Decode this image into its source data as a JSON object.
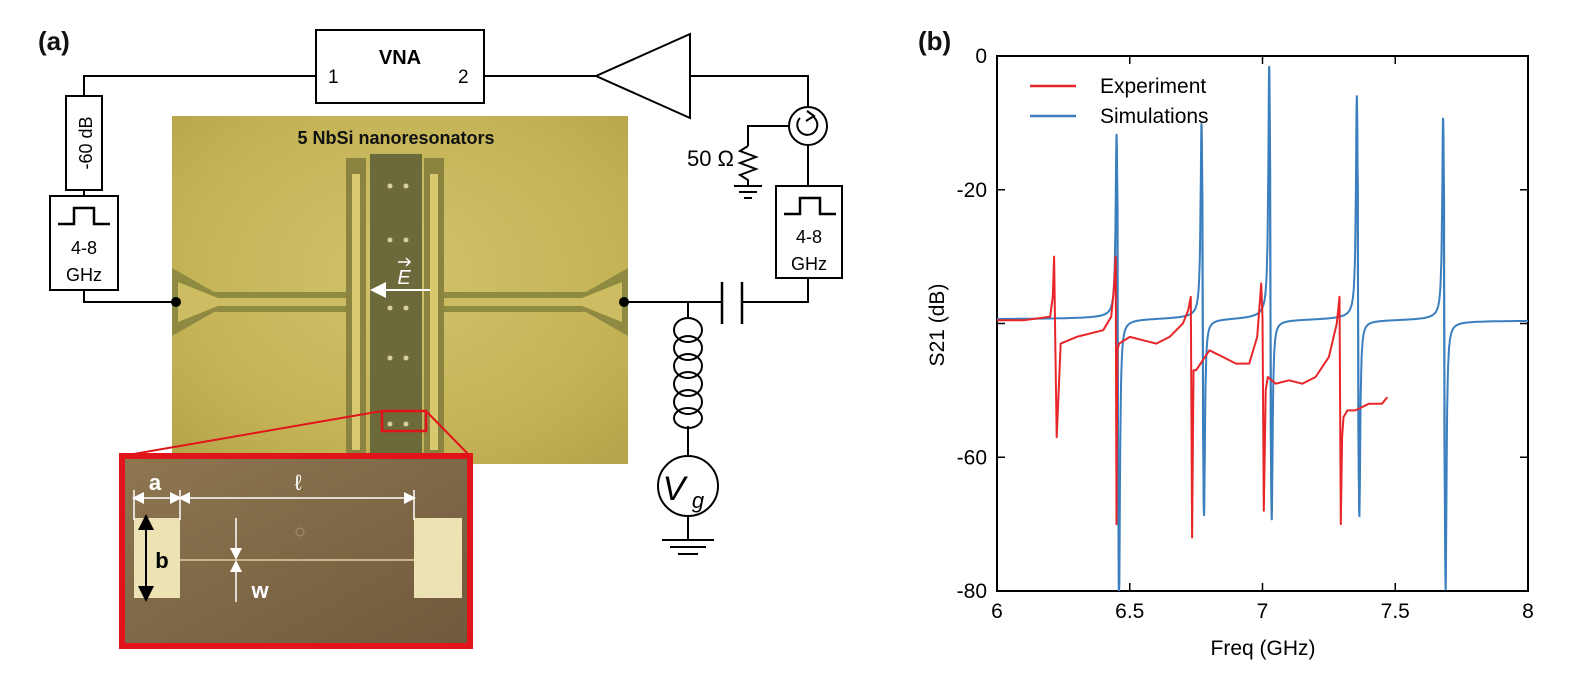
{
  "panel_a": {
    "label": "(a)",
    "vna": {
      "title": "VNA",
      "port1": "1",
      "port2": "2"
    },
    "attenuator": "-60 dB",
    "filter_band": "4-8",
    "filter_unit": "GHz",
    "resistor": "50 Ω",
    "chip_title": "5 NbSi nanoresonators",
    "field_label": "E",
    "gate_voltage": "V",
    "gate_voltage_sub": "g",
    "inset": {
      "a": "a",
      "l": "ℓ",
      "b": "b",
      "w": "w"
    }
  },
  "panel_b": {
    "label": "(b)"
  },
  "chart_data": {
    "type": "line",
    "title": "",
    "xlabel": "Freq (GHz)",
    "ylabel": "S21 (dB)",
    "xlim": [
      6,
      8
    ],
    "ylim": [
      -80,
      0
    ],
    "xticks": [
      "6",
      "6.5",
      "7",
      "7.5",
      "8"
    ],
    "yticks": [
      "0",
      "-20",
      "-60",
      "-80"
    ],
    "yticks_minor": [
      -40
    ],
    "legend": "top-left",
    "series": [
      {
        "name": "Experiment",
        "color": "#e8262a",
        "x": [
          6.0,
          6.1,
          6.2,
          6.21,
          6.215,
          6.22,
          6.225,
          6.24,
          6.3,
          6.4,
          6.43,
          6.44,
          6.447,
          6.45,
          6.453,
          6.46,
          6.5,
          6.6,
          6.65,
          6.7,
          6.72,
          6.73,
          6.735,
          6.74,
          6.75,
          6.8,
          6.85,
          6.9,
          6.95,
          6.98,
          6.995,
          7.0,
          7.005,
          7.012,
          7.02,
          7.05,
          7.1,
          7.15,
          7.2,
          7.25,
          7.28,
          7.29,
          7.295,
          7.3,
          7.305,
          7.32,
          7.35,
          7.4,
          7.45,
          7.47
        ],
        "y": [
          -39.5,
          -39.5,
          -39,
          -36,
          -30,
          -44,
          -57,
          -43,
          -42,
          -41,
          -39,
          -35,
          -30,
          -70,
          -44,
          -43,
          -42,
          -43,
          -42,
          -40,
          -38,
          -36,
          -72,
          -47,
          -47,
          -44,
          -45,
          -46,
          -46,
          -42,
          -34,
          -39,
          -68,
          -50,
          -48,
          -49,
          -48.5,
          -49,
          -48,
          -45,
          -40,
          -36,
          -70,
          -57,
          -54,
          -53,
          -53,
          -52,
          -52,
          -51
        ]
      },
      {
        "name": "Simulations",
        "color": "#3b7fbf",
        "resonances": [
          {
            "f0": 6.455,
            "peak": -14,
            "dip": -80
          },
          {
            "f0": 6.775,
            "peak": -12.5,
            "dip": -68
          },
          {
            "f0": 7.03,
            "peak": -4.5,
            "dip": -68.5
          },
          {
            "f0": 7.36,
            "peak": -8.5,
            "dip": -68
          },
          {
            "f0": 7.685,
            "peak": -11.5,
            "dip": -78.5
          }
        ],
        "baseline": -39.5
      }
    ]
  }
}
